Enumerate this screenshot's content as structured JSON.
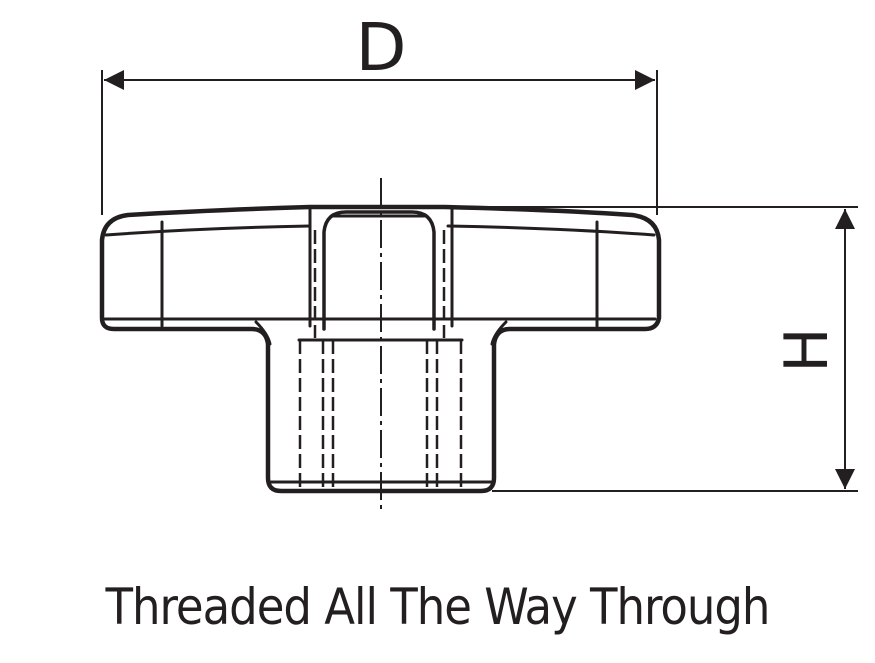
{
  "dimensions": {
    "diameter_label": "D",
    "height_label": "H"
  },
  "caption": "Threaded All The Way Through",
  "colors": {
    "line": "#231f20",
    "background": "#ffffff"
  }
}
